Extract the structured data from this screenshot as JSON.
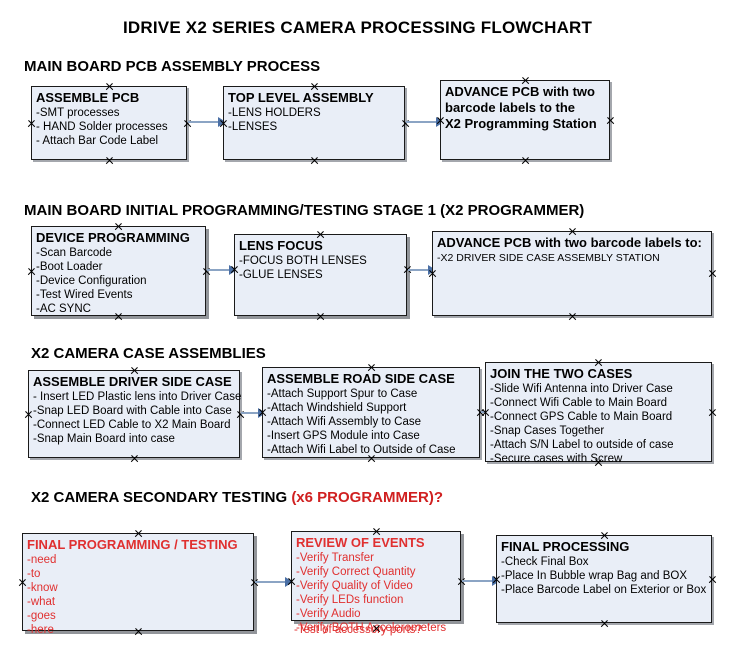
{
  "document": {
    "title": "IDRIVE X2  SERIES CAMERA PROCESSING FLOWCHART",
    "background_color": "#ffffff",
    "box_fill_color": "#e9eef7",
    "box_border_color": "#1a1a1a",
    "connector_color": "#8ba4c4",
    "accent_red": "#e03030"
  },
  "sections": [
    {
      "heading": "MAIN BOARD PCB ASSEMBLY PROCESS",
      "heading_accent": "",
      "nodes": [
        {
          "title": "ASSEMBLE PCB",
          "lines": [
            "-SMT processes",
            "- HAND Solder processes",
            "- Attach Bar Code Label"
          ]
        },
        {
          "title": "TOP LEVEL ASSEMBLY",
          "lines": [
            "-LENS HOLDERS",
            "-LENSES"
          ]
        },
        {
          "title": "ADVANCE PCB with two",
          "lines": [
            "barcode labels to the",
            " X2 Programming Station"
          ]
        }
      ]
    },
    {
      "heading": "MAIN BOARD INITIAL PROGRAMMING/TESTING STAGE 1 (X2 PROGRAMMER)",
      "heading_accent": "",
      "nodes": [
        {
          "title": "DEVICE PROGRAMMING",
          "lines": [
            "-Scan Barcode",
            "-Boot Loader",
            "-Device Configuration",
            "-Test Wired Events",
            "-AC SYNC"
          ]
        },
        {
          "title": "LENS FOCUS",
          "lines": [
            "-FOCUS BOTH LENSES",
            "-GLUE LENSES"
          ]
        },
        {
          "title": "ADVANCE PCB with two barcode labels to:",
          "lines": [
            "-X2 DRIVER  SIDE  CASE  ASSEMBLY STATION"
          ]
        }
      ]
    },
    {
      "heading": "X2 CAMERA CASE ASSEMBLIES",
      "heading_accent": "",
      "nodes": [
        {
          "title": "ASSEMBLE DRIVER SIDE CASE",
          "lines": [
            "- Insert LED Plastic lens into Driver Case",
            "-Snap LED Board with Cable into Case",
            "-Connect LED Cable to X2 Main Board",
            "-Snap Main Board into case"
          ]
        },
        {
          "title": "ASSEMBLE ROAD SIDE CASE",
          "lines": [
            "-Attach Support Spur to Case",
            "-Attach Windshield Support",
            "-Attach Wifi Assembly to Case",
            "-Insert GPS Module into Case",
            "-Attach Wifi Label to Outside of Case"
          ]
        },
        {
          "title": "JOIN THE TWO CASES",
          "lines": [
            "-Slide Wifi Antenna into Driver Case",
            "-Connect Wifi Cable to Main Board",
            "-Connect GPS Cable to Main Board",
            "-Snap Cases Together",
            "-Attach S/N Label to outside of case",
            "-Secure cases with Screw"
          ]
        }
      ]
    },
    {
      "heading": "X2 CAMERA SECONDARY TESTING ",
      "heading_accent": "(x6 PROGRAMMER)?",
      "nodes": [
        {
          "title": "FINAL PROGRAMMING / TESTING",
          "lines": [
            "-need",
            "-to",
            "-know",
            "-what",
            "-goes",
            "-here"
          ]
        },
        {
          "title": "REVIEW OF EVENTS",
          "lines": [
            "-Verify Transfer",
            "-Verify Correct Quantity",
            "-Verify Quality of Video",
            "-Verify LEDs function",
            "-Verify Audio",
            "-Verify BOTH Accelerometers"
          ],
          "overflow_line": "-Test of accessory ports?"
        },
        {
          "title": "FINAL PROCESSING",
          "lines": [
            " -Check Final Box",
            "-Place In Bubble wrap Bag and BOX",
            "-Place Barcode Label on Exterior or Box"
          ]
        }
      ]
    }
  ]
}
